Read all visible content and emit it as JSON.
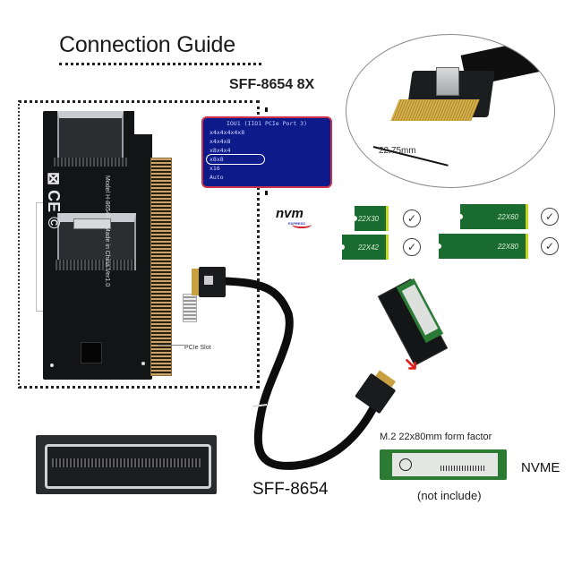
{
  "header": {
    "title": "Connection Guide",
    "subtitle": "SFF-8654 8X"
  },
  "bios_menu": {
    "title": "IOU1 (IIO1 PCIe Port 3)",
    "options": [
      "x4x4x4x4x8",
      "x4x4x8",
      "x8x4x4",
      "x8x8",
      "x16",
      "Auto"
    ],
    "selected": "x8x8",
    "colors": {
      "background": "#0d1a8a",
      "border": "#c8324a"
    }
  },
  "cable_closeup": {
    "dimension_label": "22.75mm"
  },
  "pcb": {
    "slot_label": "PCIe Slot",
    "silkscreen": "Model H-8654X-4 Made in China Ver1.0"
  },
  "nvme_logo": {
    "text": "nvm",
    "subtext": "EXPRESS"
  },
  "m2_sizes": [
    {
      "label": "22X30",
      "supported": true
    },
    {
      "label": "22X42",
      "supported": true
    },
    {
      "label": "22X60",
      "supported": true
    },
    {
      "label": "22X80",
      "supported": true
    }
  ],
  "icons": {
    "check": "✓",
    "arrow": "➜"
  },
  "cable_label": "SFF-8654",
  "ssd": {
    "form_factor_label": "M.2 22x80mm form factor",
    "type_label": "NVME",
    "note": "(not include)"
  }
}
